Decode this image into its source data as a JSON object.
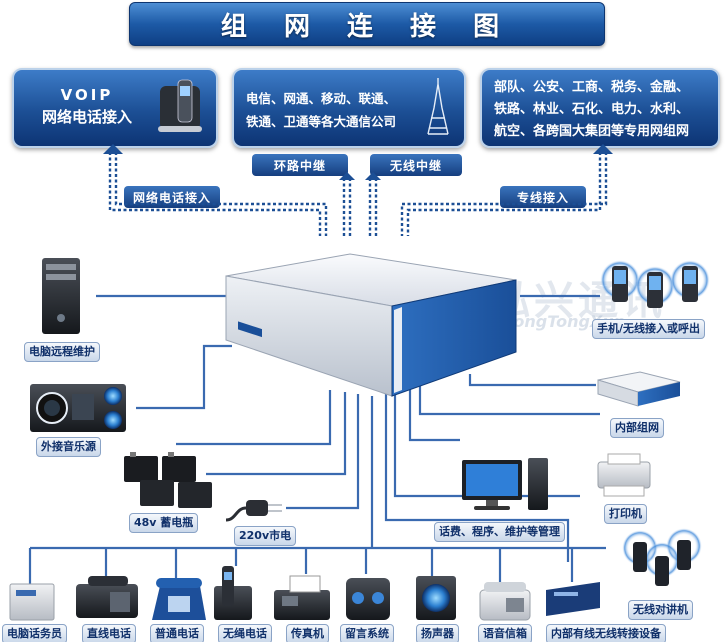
{
  "title": "组 网 连 接 图",
  "top_boxes": {
    "voip": {
      "line1": "VOIP",
      "line2": "网络电话接入"
    },
    "telecom": {
      "line1": "电信、网通、移动、联通、",
      "line2": "铁通、卫通等各大通信公司"
    },
    "private": {
      "line1": "部队、公安、工商、税务、金融、",
      "line2": "铁路、林业、石化、电力、水利、",
      "line3": "航空、各跨国大集团等专用网组网"
    }
  },
  "relays": {
    "ring": "环路中继",
    "wireless": "无线中继"
  },
  "links": {
    "voip": "网络电话接入",
    "private_line": "专线接入"
  },
  "device_labels": {
    "pc_remote": "电脑远程维护",
    "music": "外接音乐源",
    "battery": "48v 蓄电瓶",
    "mains": "220v市电",
    "mobile": "手机/无线接入或呼出",
    "internal_net": "内部组网",
    "management": "话费、程序、维护等管理",
    "printer": "打印机",
    "walkie": "无线对讲机"
  },
  "bottom_labels": [
    "电脑话务员",
    "直线电话",
    "普通电话",
    "无绳电话",
    "传真机",
    "留言系统",
    "扬声器",
    "语音信箱",
    "内部有线无线转接设备"
  ],
  "brand": {
    "cn": "泓兴通讯",
    "en": "HongTongXun"
  },
  "colors": {
    "line": "#3a6ab0",
    "title": "#1d5aa6",
    "box": "#1c4f95"
  }
}
